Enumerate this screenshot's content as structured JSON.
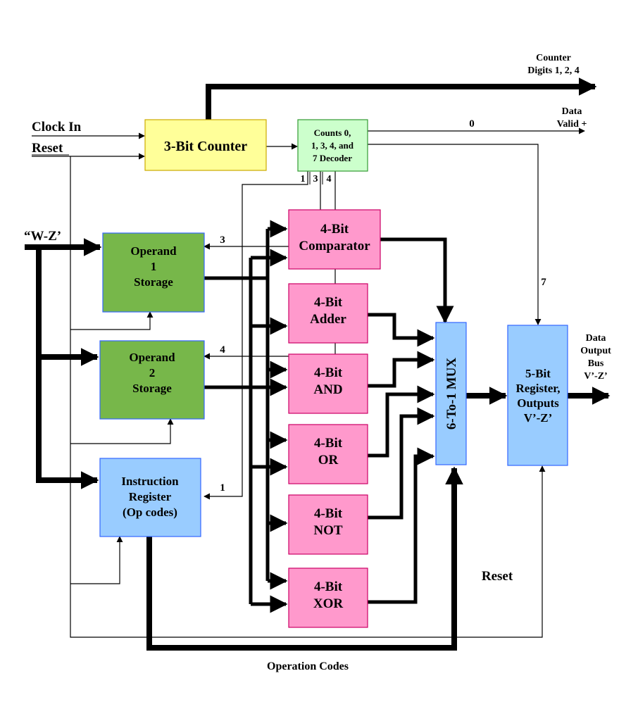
{
  "colors": {
    "counter": "#FFFF99",
    "decoder": "#CCFFCC",
    "storage": "#77B74A",
    "logic": "#FF99CC",
    "mux_register": "#99CCFF",
    "instruction": "#99CCFF",
    "line": "#000000",
    "block_border_blue": "#3366FF",
    "block_border_red": "#CC0066",
    "block_border_green": "#339933",
    "block_border_yellow": "#CCAA00"
  },
  "inputs": {
    "clock_in": "Clock In",
    "reset": "Reset",
    "wz": "“W-Z’"
  },
  "outputs": {
    "counter_digits_line1": "Counter",
    "counter_digits_line2": "Digits 1, 2, 4",
    "data_valid_line1": "Data",
    "data_valid_line2": "Valid +",
    "data_output_line1": "Data",
    "data_output_line2": "Output",
    "data_output_line3": "Bus",
    "data_output_line4": "V’-Z’"
  },
  "blocks": {
    "counter": {
      "label": "3-Bit Counter"
    },
    "decoder": {
      "line1": "Counts 0,",
      "line2": "1, 3, 4, and",
      "line3": "7 Decoder"
    },
    "operand1": {
      "line1": "Operand",
      "line2": "1",
      "line3": "Storage"
    },
    "operand2": {
      "line1": "Operand",
      "line2": "2",
      "line3": "Storage"
    },
    "instruction": {
      "line1": "Instruction",
      "line2": "Register",
      "line3": "(Op codes)"
    },
    "comparator": {
      "line1": "4-Bit",
      "line2": "Comparator"
    },
    "adder": {
      "line1": "4-Bit",
      "line2": "Adder"
    },
    "and": {
      "line1": "4-Bit",
      "line2": "AND"
    },
    "or": {
      "line1": "4-Bit",
      "line2": "OR"
    },
    "not": {
      "line1": "4-Bit",
      "line2": "NOT"
    },
    "xor": {
      "line1": "4-Bit",
      "line2": "XOR"
    },
    "mux": {
      "label": "6-To-1 MUX"
    },
    "register": {
      "line1": "5-Bit",
      "line2": "Register,",
      "line3": "Outputs",
      "line4": "V’-Z’"
    }
  },
  "signal_labels": {
    "zero": "0",
    "decoder_pin1": "1",
    "decoder_pin3": "3",
    "decoder_pin4": "4",
    "to_operand1": "3",
    "to_operand2": "4",
    "to_instruction": "1",
    "to_register": "7"
  },
  "annotations": {
    "reset_label": "Reset",
    "operation_codes": "Operation Codes"
  }
}
